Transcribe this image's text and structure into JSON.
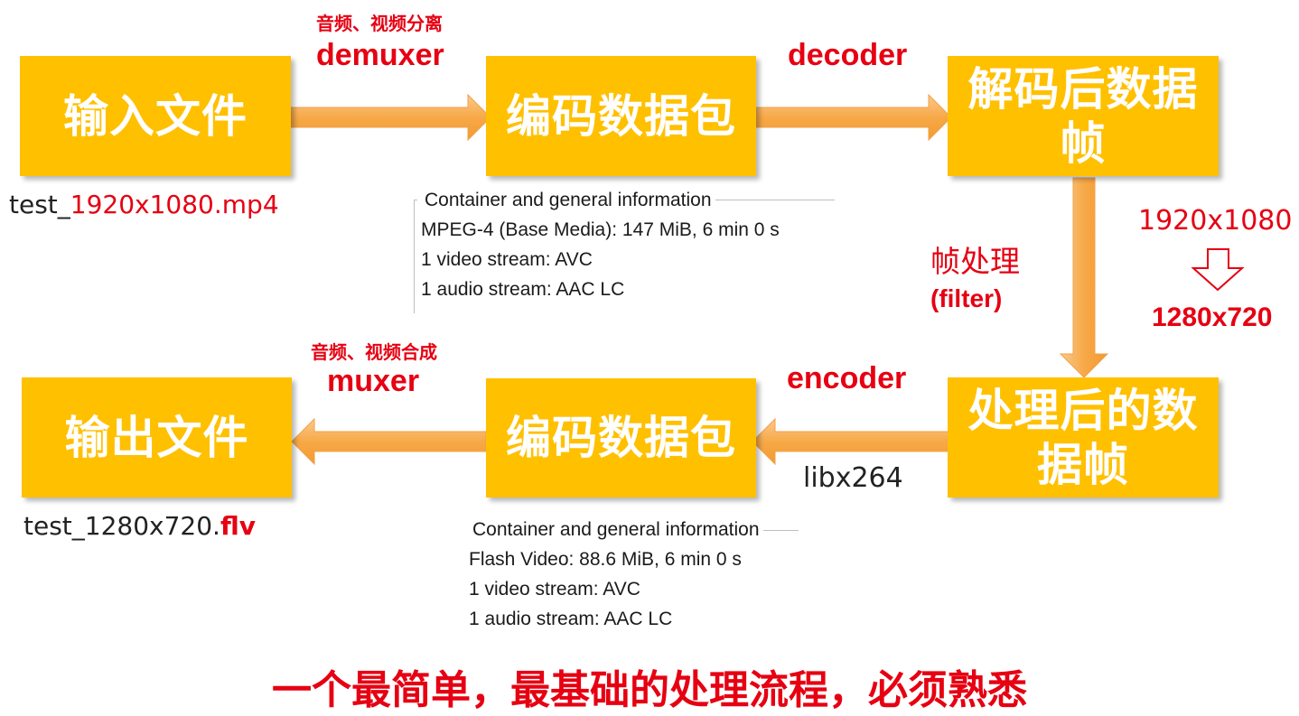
{
  "boxes": {
    "input_file": "输入文件",
    "encoded_packet_top": "编码数据包",
    "decoded_frame_line1": "解码后数据",
    "decoded_frame_line2": "帧",
    "processed_frame_line1": "处理后的数",
    "processed_frame_line2": "据帧",
    "encoded_packet_bottom": "编码数据包",
    "output_file": "输出文件"
  },
  "labels": {
    "demux_cn": "音频、视频分离",
    "demuxer": "demuxer",
    "decoder": "decoder",
    "filter_cn": "帧处理",
    "filter": "(filter)",
    "encoder": "encoder",
    "libx264": "libx264",
    "mux_cn": "音频、视频合成",
    "muxer": "muxer",
    "res_from": "1920x1080",
    "res_to": "1280x720"
  },
  "files": {
    "input_prefix": "test_",
    "input_red": "1920x1080.mp4",
    "output_prefix": "test_1280x720.",
    "output_ext": "flv"
  },
  "info_top": {
    "heading": "Container and general information",
    "lines": [
      "MPEG-4 (Base Media): 147 MiB, 6 min 0 s",
      "1 video stream: AVC",
      "1 audio stream: AAC LC"
    ]
  },
  "info_bottom": {
    "heading": "Container and general information",
    "lines": [
      "Flash Video: 88.6 MiB, 6 min 0 s",
      "1 video stream: AVC",
      "1 audio stream: AAC LC"
    ]
  },
  "footer": "一个最简单，最基础的处理流程，必须熟悉",
  "colors": {
    "box": "#FFC000",
    "arrow": "#F8B25A",
    "label_red": "#E60012",
    "text_dark": "#222222"
  }
}
